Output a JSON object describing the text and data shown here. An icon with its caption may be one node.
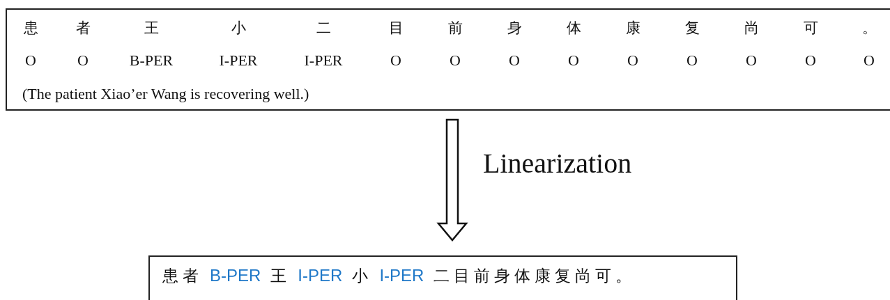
{
  "diagram": {
    "nodes": [
      {
        "text": [
          "患",
          "者",
          "王",
          "小",
          "二",
          "目",
          "前",
          "身",
          "体",
          "康",
          "复",
          "尚",
          "可",
          "。",
          "O",
          "O",
          "B-PER",
          "I-PER",
          "I-PER",
          "O",
          "O",
          "O",
          "O",
          "O",
          "O",
          "O",
          "O",
          "O",
          "(The patient Xiao’er Wang is recovering well.)"
        ]
      },
      {
        "text": [
          "患者",
          "B-PER",
          "王",
          "I-PER",
          "小",
          "I-PER",
          "二目前身体康复尚可。"
        ]
      }
    ],
    "edges": [
      {
        "from": 0,
        "to": 1,
        "arrow": "to",
        "label": "Linearization"
      }
    ]
  }
}
